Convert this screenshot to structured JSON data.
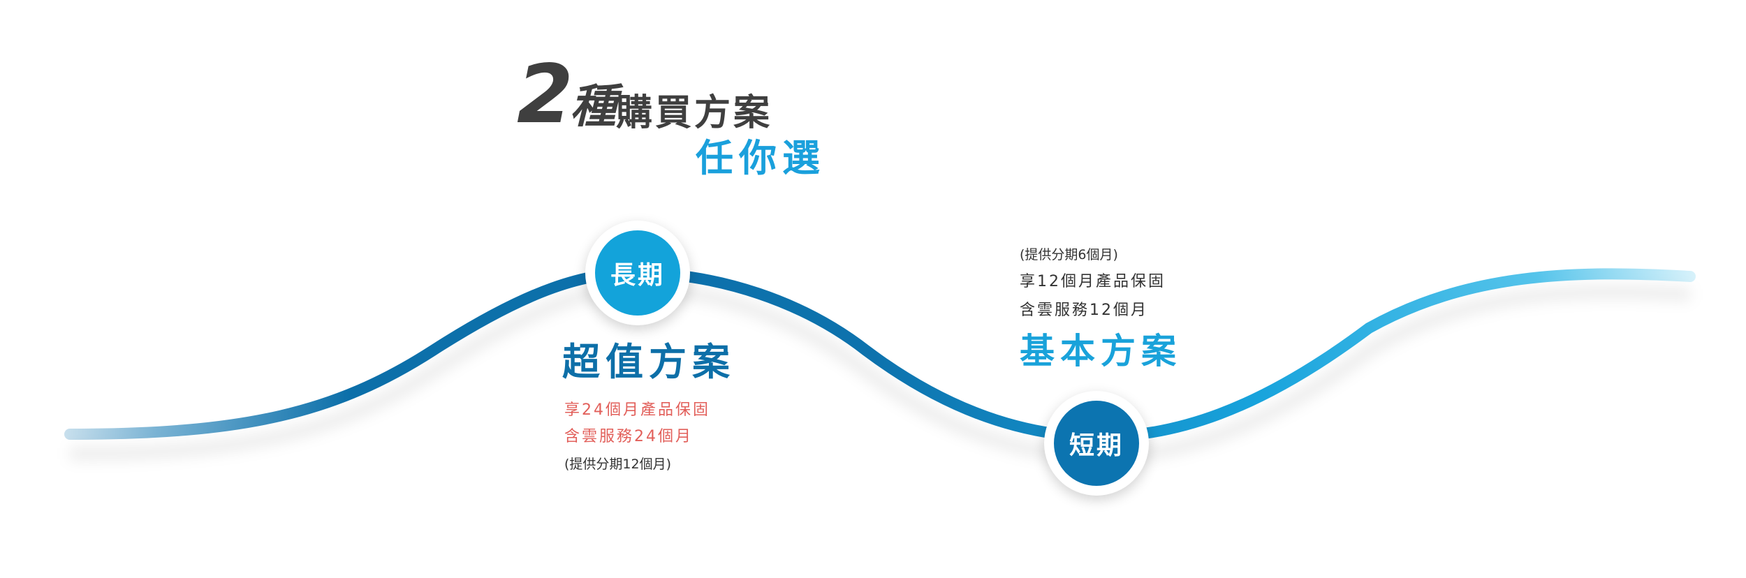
{
  "heading": {
    "number": "2",
    "kind": "種",
    "rest": "購買方案",
    "subtitle": "任你選"
  },
  "plans": {
    "long": {
      "badge": "長期",
      "name": "超值方案",
      "lines": [
        "享24個月產品保固",
        "含雲服務24個月"
      ],
      "note": "(提供分期12個月)"
    },
    "short": {
      "badge": "短期",
      "name": "基本方案",
      "lines": [
        "享12個月產品保固",
        "含雲服務12個月"
      ],
      "note": "(提供分期6個月)"
    }
  },
  "colors": {
    "dark_text": "#3f3f3f",
    "light_blue": "#13a3da",
    "dark_blue": "#0c74b0",
    "accent_red": "#e25f5a"
  }
}
